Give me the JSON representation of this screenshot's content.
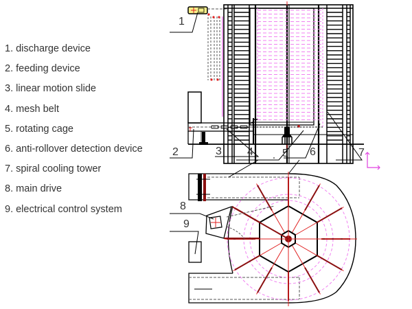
{
  "legend": {
    "items": [
      {
        "number": "1",
        "label": "1. discharge device"
      },
      {
        "number": "2",
        "label": "2. feeding device"
      },
      {
        "number": "3",
        "label": "3. linear motion slide"
      },
      {
        "number": "4",
        "label": "4. mesh belt"
      },
      {
        "number": "5",
        "label": "5. rotating cage"
      },
      {
        "number": "6",
        "label": "6. anti-rollover detection device"
      },
      {
        "number": "7",
        "label": "7. spiral cooling tower"
      },
      {
        "number": "8",
        "label": "8. main drive"
      },
      {
        "number": "9",
        "label": "9. electrical control system"
      }
    ]
  },
  "callouts": [
    "1",
    "2",
    "3",
    "4",
    "5",
    "6",
    "7",
    "8",
    "9"
  ],
  "colors": {
    "line": "#000000",
    "hidden": "#555555",
    "centerline": "#e02020",
    "axis": "#e040e0",
    "spiral": "#f080f0",
    "frame_member": "#8b1010",
    "discharge_fill": "#f6f08a"
  }
}
